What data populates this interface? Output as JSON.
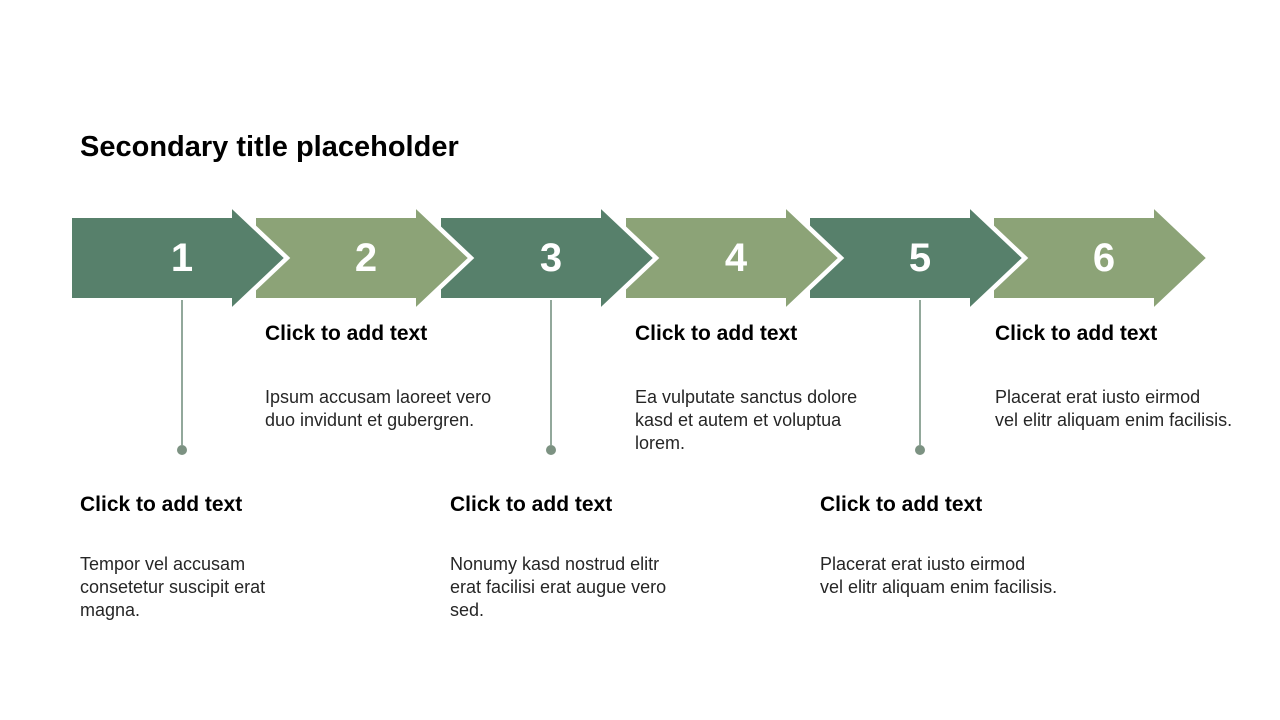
{
  "slide": {
    "title": "Secondary title placeholder",
    "colors": {
      "background": "#FFFFFF",
      "arrow_dark_green": "#57806B",
      "arrow_light_green": "#8CA377",
      "arrow_separator": "#FFFFFF",
      "connector_line": "#92A89B",
      "connector_dot": "#7C9282",
      "number_text": "#FFFFFF",
      "heading_text": "#000000",
      "body_text": "#262626"
    },
    "steps": [
      {
        "number": "1",
        "color": "#57806B",
        "text_position": "bottom",
        "heading": "Click to add text",
        "body": "Tempor vel accusam\nconsetetur suscipit erat\nmagna."
      },
      {
        "number": "2",
        "color": "#8CA377",
        "text_position": "top",
        "heading": "Click to add text",
        "body": "Ipsum accusam laoreet vero\nduo invidunt et gubergren."
      },
      {
        "number": "3",
        "color": "#57806B",
        "text_position": "bottom",
        "heading": "Click to add text",
        "body": "Nonumy kasd nostrud elitr\nerat facilisi erat augue vero\nsed."
      },
      {
        "number": "4",
        "color": "#8CA377",
        "text_position": "top",
        "heading": "Click to add text",
        "body": "Ea vulputate sanctus dolore\nkasd et autem et voluptua\nlorem."
      },
      {
        "number": "5",
        "color": "#57806B",
        "text_position": "bottom",
        "heading": "Click to add text",
        "body": "Placerat erat iusto eirmod\nvel elitr aliquam enim facilisis."
      },
      {
        "number": "6",
        "color": "#8CA377",
        "text_position": "top",
        "heading": "Click to add text",
        "body": "Placerat erat iusto eirmod\nvel elitr aliquam enim facilisis."
      }
    ]
  }
}
